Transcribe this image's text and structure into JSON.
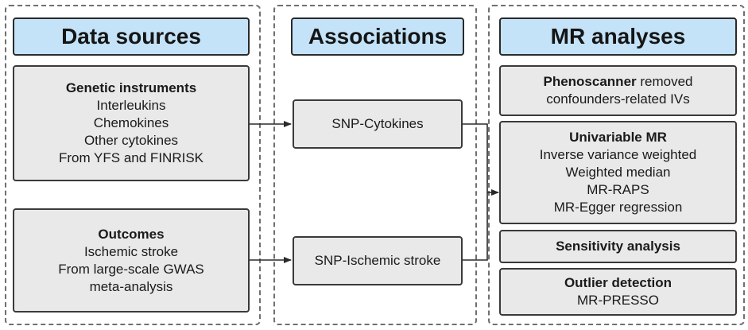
{
  "columns": {
    "data_sources": {
      "header": "Data sources",
      "genetic": {
        "title": "Genetic instruments",
        "lines": [
          "Interleukins",
          "Chemokines",
          "Other cytokines",
          "From YFS and FINRISK"
        ]
      },
      "outcomes": {
        "title": "Outcomes",
        "lines": [
          "Ischemic stroke",
          "From large-scale GWAS",
          "meta-analysis"
        ]
      }
    },
    "associations": {
      "header": "Associations",
      "snp_cytokines": "SNP-Cytokines",
      "snp_stroke": "SNP-Ischemic stroke"
    },
    "mr_analyses": {
      "header": "MR analyses",
      "phenoscanner": {
        "bold": "Phenoscanner",
        "rest": " removed",
        "line2": "confounders-related IVs"
      },
      "univariable": {
        "title": "Univariable MR",
        "lines": [
          "Inverse variance weighted",
          "Weighted median",
          "MR-RAPS",
          "MR-Egger regression"
        ]
      },
      "sensitivity": {
        "title": "Sensitivity analysis"
      },
      "outlier": {
        "title": "Outlier detection",
        "lines": [
          "MR-PRESSO"
        ]
      }
    }
  },
  "colors": {
    "header_fill": "#c4e3f8",
    "box_fill": "#e9e9e9",
    "border": "#3a3a3a",
    "dashed_frame": "#6f6f6f"
  }
}
